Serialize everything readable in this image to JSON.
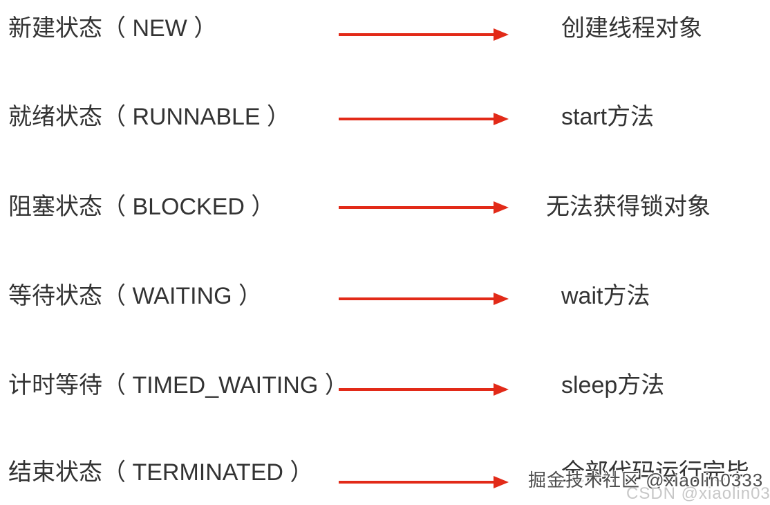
{
  "diagram": {
    "description": "Java thread state mapping diagram",
    "arrow_color": "#e22a18",
    "text_color": "#333333",
    "rows": [
      {
        "state": "新建状态（ NEW ）",
        "result": "创建线程对象"
      },
      {
        "state": "就绪状态（ RUNNABLE ）",
        "result": "start方法"
      },
      {
        "state": "阻塞状态（ BLOCKED ）",
        "result": "无法获得锁对象"
      },
      {
        "state": "等待状态（ WAITING ）",
        "result": "wait方法"
      },
      {
        "state": "计时等待（ TIMED_WAITING ）",
        "result": "sleep方法"
      },
      {
        "state": "结束状态（ TERMINATED ）",
        "result": "全部代码运行完毕"
      }
    ]
  },
  "watermarks": {
    "juejin": "掘金技术社区 @xiaolin0333",
    "csdn": "CSDN @xiaolin0333"
  }
}
